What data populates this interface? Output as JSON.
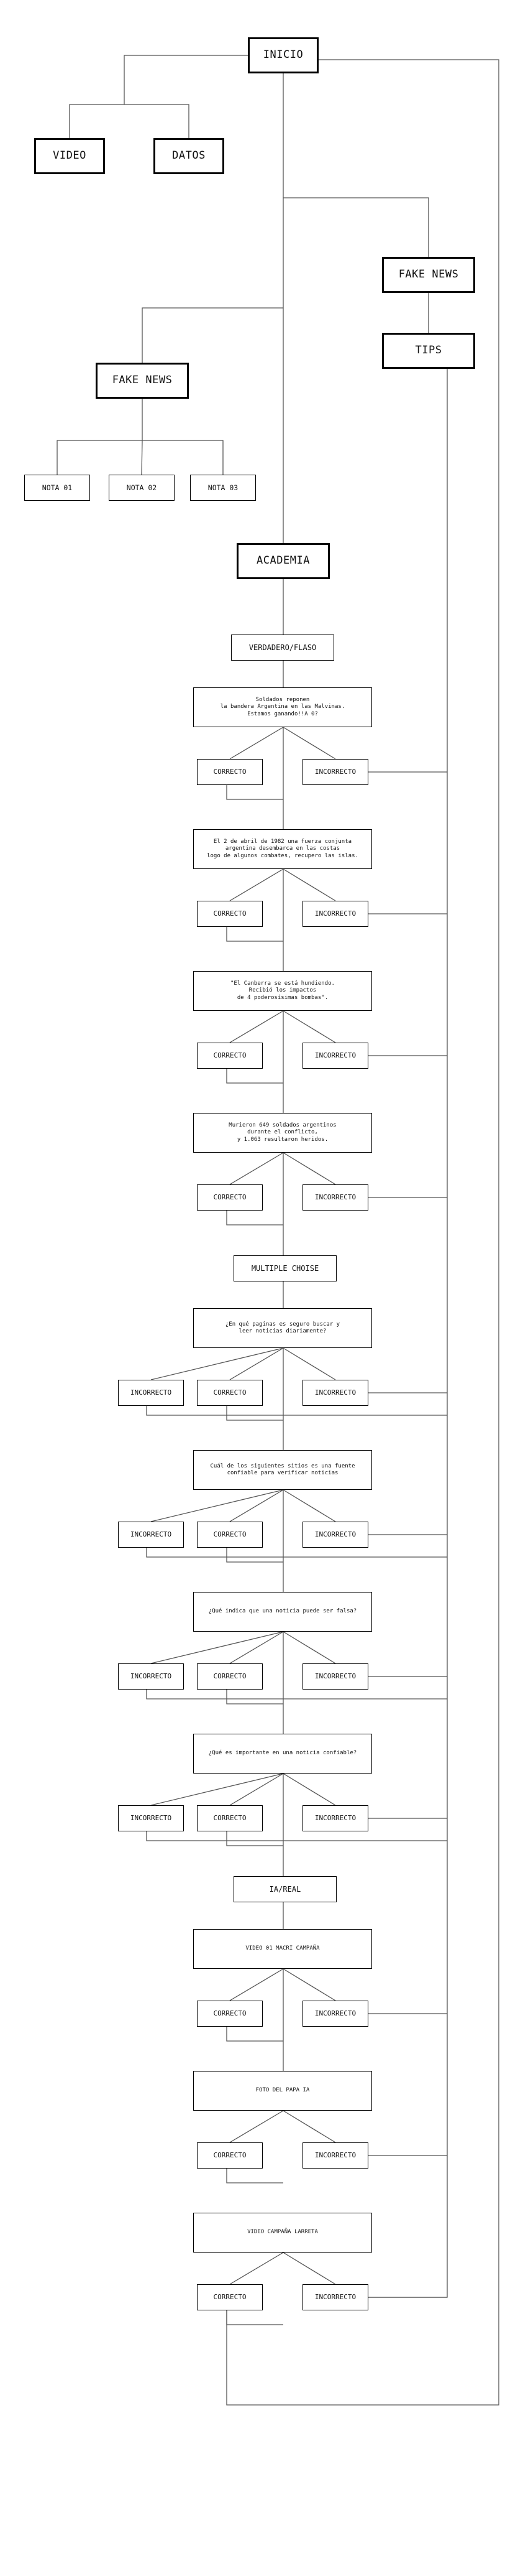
{
  "root": "INICIO",
  "top_children": [
    "VIDEO",
    "DATOS"
  ],
  "fake_news_right": "FAKE NEWS",
  "tips": "TIPS",
  "fake_news_left": "FAKE NEWS",
  "notas": [
    "NOTA 01",
    "NOTA 02",
    "NOTA 03"
  ],
  "academia": "ACADEMIA",
  "sections": {
    "vf": "VERDADERO/FLASO",
    "mc": "MULTIPLE CHOISE",
    "ia": "IA/REAL"
  },
  "questions": {
    "vf": [
      "Soldados reponen\nla bandera Argentina en las Malvinas.\nEstamos ganando!!A 0?",
      "El 2 de abril de 1982 una fuerza conjunta\nargentina desembarca en las costas\nlogo de algunos combates, recupero las islas.",
      "\"El Canberra se está hundiendo.\nRecibió los impactos\nde 4 poderosísimas bombas\".",
      "Murieron 649 soldados argentinos\ndurante el conflicto,\ny 1.063 resultaron heridos."
    ],
    "mc": [
      "¿En qué paginas es seguro buscar y\nleer noticias diariamente?",
      "Cuál de los siguientes sitios es una fuente\nconfiable para verificar noticias",
      "¿Qué indica que una noticia puede ser falsa?",
      "¿Qué es importante en una noticia confiable?"
    ],
    "ia": [
      "VIDEO 01 MACRI CAMPAÑA",
      "FOTO DEL PAPA IA",
      "VIDEO CAMPAÑA LARRETA"
    ]
  },
  "answers": {
    "correct": "CORRECTO",
    "incorrect": "INCORRECTO"
  }
}
